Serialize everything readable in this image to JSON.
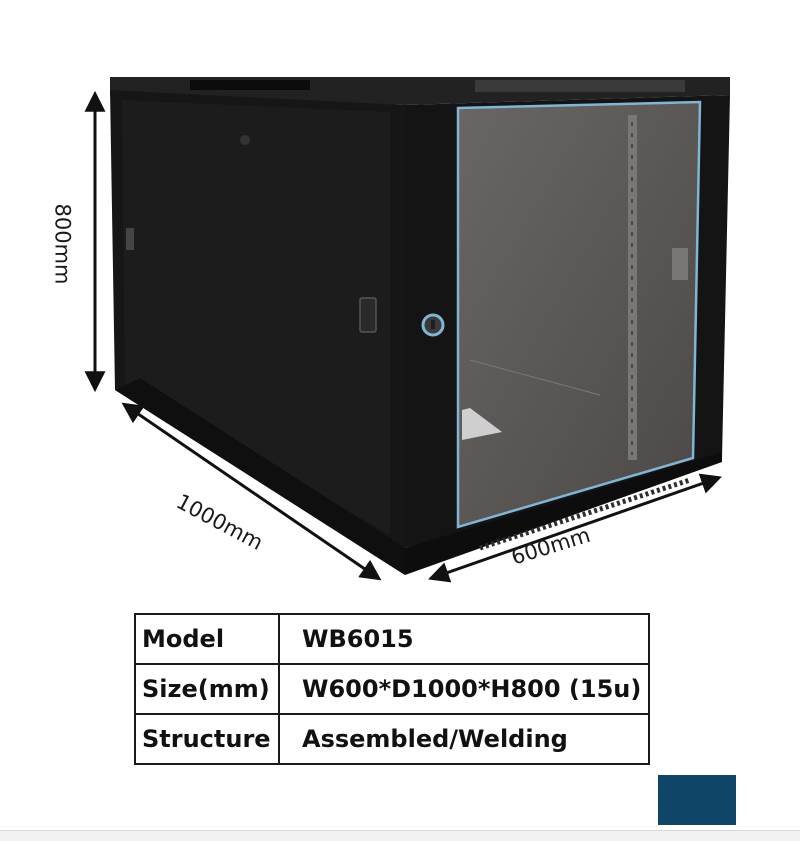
{
  "dimensions": {
    "height": "800mm",
    "depth": "1000mm",
    "width": "600mm"
  },
  "specs": [
    {
      "key": "Model",
      "value": "WB6015"
    },
    {
      "key": "Size(mm)",
      "value": "W600*D1000*H800 (15u)"
    },
    {
      "key": "Structure",
      "value": "Assembled/Welding"
    }
  ],
  "colors": {
    "cabinet": "#141414",
    "glass": "#5e5b58",
    "glass_edge": "#7fb6d6",
    "swatch": "#0f4566"
  }
}
